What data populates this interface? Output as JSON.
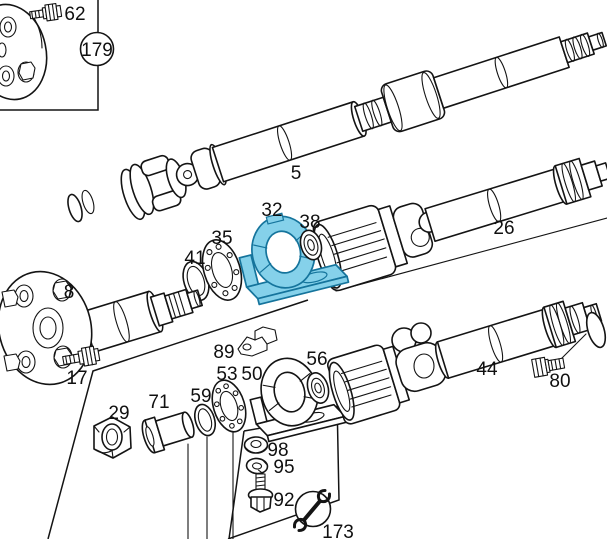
{
  "diagram": {
    "kind": "exploded-parts-diagram",
    "subject": "propeller shaft assembly",
    "background_color": "#ffffff",
    "line_color": "#141414",
    "highlight_fill": "#85d1ea",
    "highlight_stroke": "#15749c",
    "highlighted_part_number": "32",
    "detail_group_number": "179",
    "tool_group_number": "173",
    "tool_symbol": "open-end-wrench-icon"
  },
  "part_labels": [
    {
      "text": "62"
    },
    {
      "text": "179"
    },
    {
      "text": "5"
    },
    {
      "text": "32"
    },
    {
      "text": "38"
    },
    {
      "text": "35"
    },
    {
      "text": "41"
    },
    {
      "text": "26"
    },
    {
      "text": "8"
    },
    {
      "text": "17"
    },
    {
      "text": "89"
    },
    {
      "text": "53"
    },
    {
      "text": "50"
    },
    {
      "text": "56"
    },
    {
      "text": "44"
    },
    {
      "text": "80"
    },
    {
      "text": "29"
    },
    {
      "text": "71"
    },
    {
      "text": "59"
    },
    {
      "text": "98"
    },
    {
      "text": "95"
    },
    {
      "text": "92"
    },
    {
      "text": "173"
    }
  ]
}
